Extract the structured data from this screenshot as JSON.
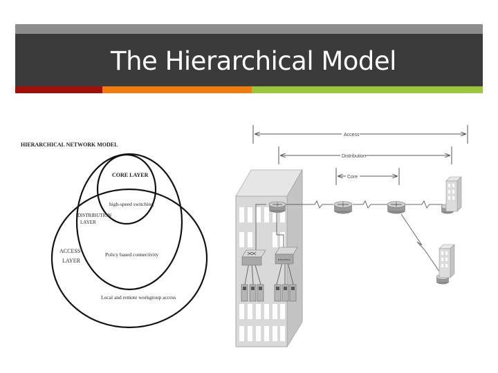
{
  "slide": {
    "title": "The Hierarchical Model",
    "accent_colors": [
      "#a10f0a",
      "#f07c10",
      "#9bc53c"
    ],
    "titlebar_color": "#3b3b3b"
  },
  "left_diagram": {
    "heading": "HIERARCHICAL NETWORK MODEL",
    "core_layer": "CORE LAYER",
    "core_desc": "high-speed switching",
    "distribution_layer_line1": "DISTRIBUTION",
    "distribution_layer_line2": "LAYER",
    "distribution_desc": "Policy based connectivity",
    "access_layer_line1": "ACCESS",
    "access_layer_line2": "LAYER",
    "access_desc": "Local and remote workgroup access"
  },
  "right_diagram": {
    "access_label": "Access",
    "distribution_label": "Distribution",
    "core_label": "Core",
    "icons": [
      "building-icon",
      "router-icon",
      "switch-icon",
      "workstation-icon",
      "server-icon"
    ]
  }
}
